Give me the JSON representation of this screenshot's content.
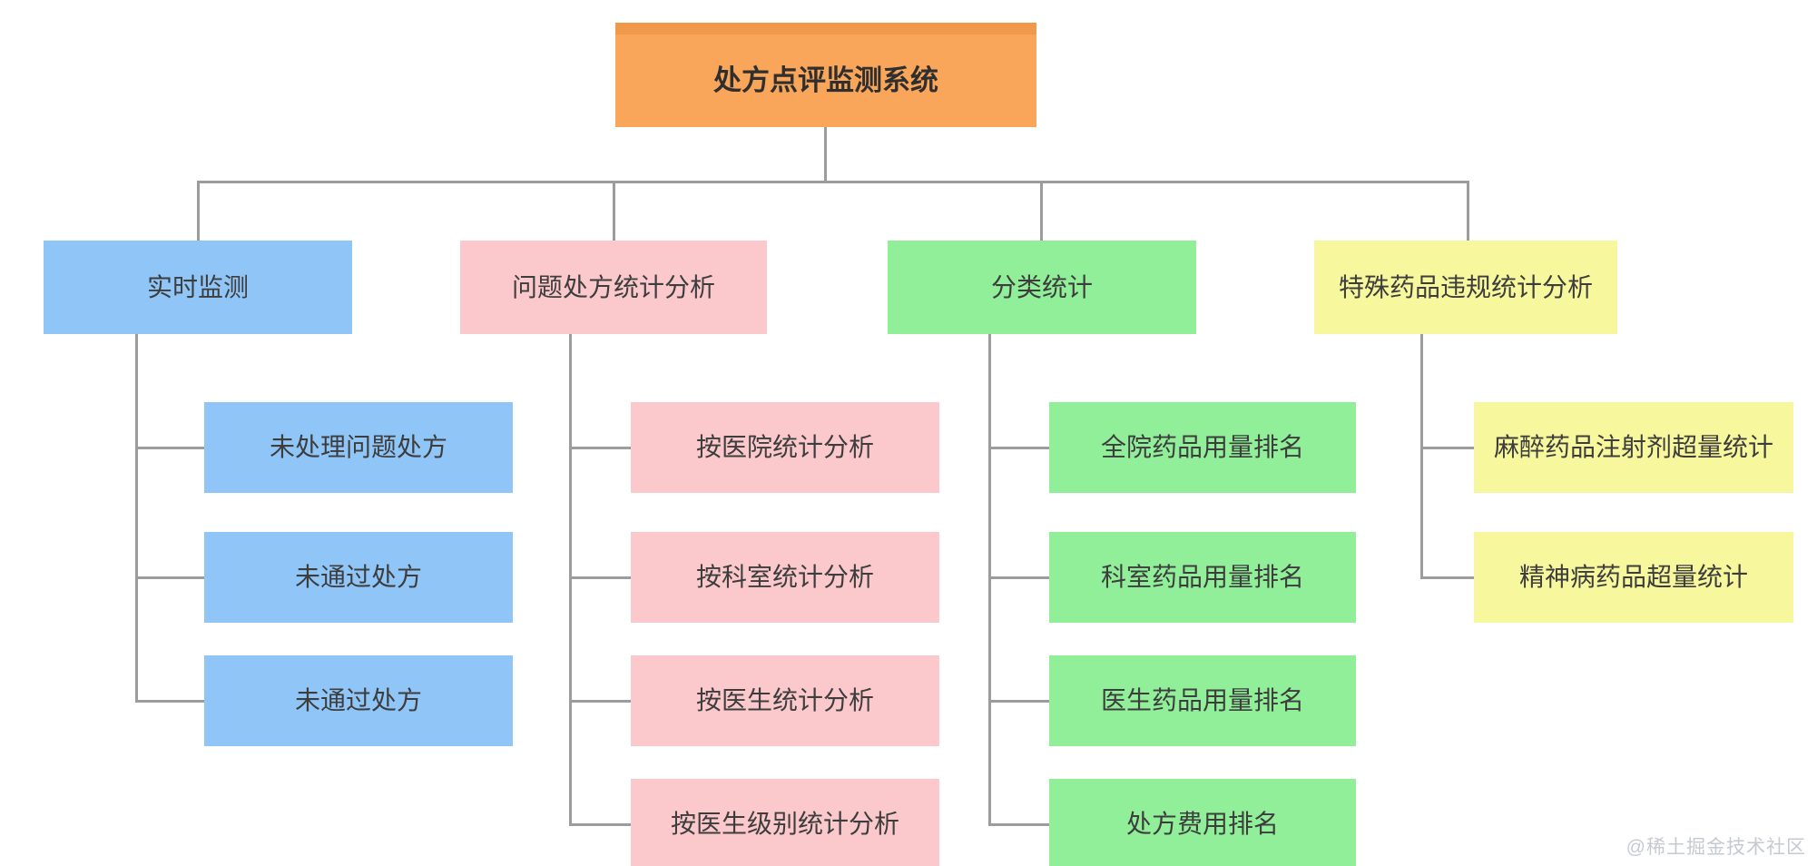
{
  "root": {
    "label": "处方点评监测系统",
    "fill": "#F9A65A",
    "accent": "#F0994A"
  },
  "connector_color": "#9C9C9C",
  "text_color": "#3D3D3D",
  "watermark": "@稀土掘金技术社区",
  "branches": [
    {
      "label": "实时监测",
      "fill": "#90C6F7",
      "children": [
        "未处理问题处方",
        "未通过处方",
        "未通过处方"
      ]
    },
    {
      "label": "问题处方统计分析",
      "fill": "#FBC9CC",
      "children": [
        "按医院统计分析",
        "按科室统计分析",
        "按医生统计分析",
        "按医生级别统计分析"
      ]
    },
    {
      "label": "分类统计",
      "fill": "#90EF98",
      "children": [
        "全院药品用量排名",
        "科室药品用量排名",
        "医生药品用量排名",
        "处方费用排名"
      ]
    },
    {
      "label": "特殊药品违规统计分析",
      "fill": "#F7F79D",
      "children": [
        "麻醉药品注射剂超量统计",
        "精神病药品超量统计"
      ]
    }
  ]
}
